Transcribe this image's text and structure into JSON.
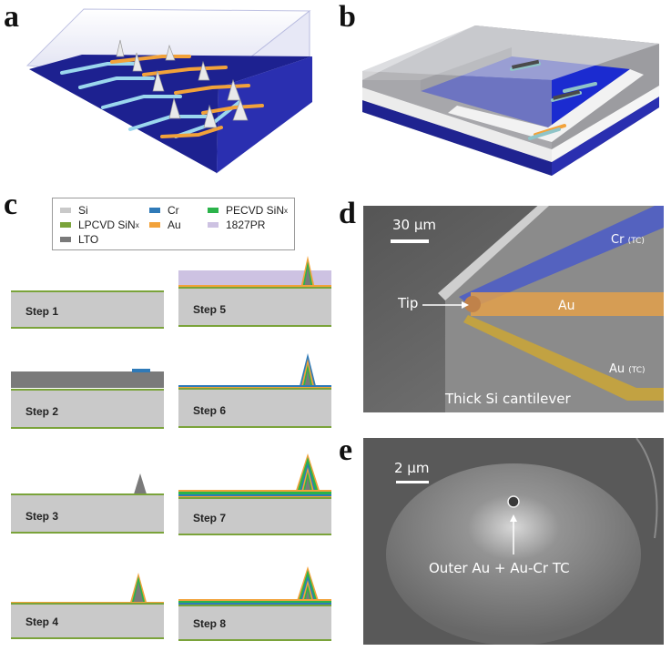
{
  "panels": {
    "a": "a",
    "b": "b",
    "c": "c",
    "d": "d",
    "e": "e"
  },
  "legend": {
    "si": "Si",
    "lpcvd": "LPCVD SiN",
    "lpcvd_sub": "x",
    "lto": "LTO",
    "cr": "Cr",
    "au": "Au",
    "pecvd": "PECVD SiN",
    "pecvd_sub": "x",
    "pr": "1827PR"
  },
  "colors": {
    "si": "#c9c9c9",
    "lpcvd": "#7aa33a",
    "lto": "#7a7a7a",
    "cr": "#2f7ab8",
    "au": "#f2a23a",
    "pecvd": "#2bb34a",
    "pr": "#cdc2e2",
    "substrate_blue": "#1c1f8f"
  },
  "steps": [
    "Step 1",
    "Step 2",
    "Step 3",
    "Step 4",
    "Step 5",
    "Step 6",
    "Step 7",
    "Step 8"
  ],
  "panel_d": {
    "scale": "30 μm",
    "cr_label": "Cr",
    "cr_tc": "(TC)",
    "tip": "Tip",
    "au_label": "Au",
    "au2_label": "Au",
    "au2_tc": "(TC)",
    "cantilever": "Thick Si cantilever"
  },
  "panel_e": {
    "scale": "2 μm",
    "caption": "Outer Au + Au-Cr  TC"
  }
}
